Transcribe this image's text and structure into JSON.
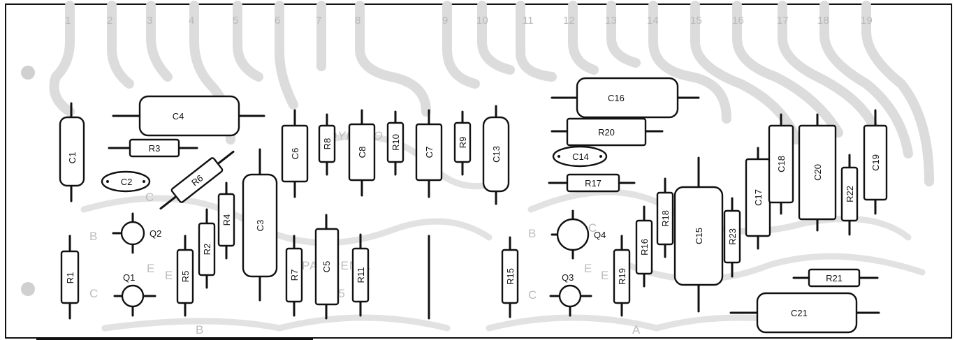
{
  "pins": [
    "1",
    "2",
    "3",
    "4",
    "5",
    "6",
    "7",
    "8",
    "9",
    "10",
    "11",
    "12",
    "13",
    "14",
    "15",
    "16",
    "17",
    "18",
    "19"
  ],
  "board_text": {
    "brand": "DYNACO",
    "patent": "PAT. PEND.",
    "date": "9 6 5",
    "bottom_mark_left": "B",
    "bottom_mark_right": "A"
  },
  "transistor_pins": {
    "base": "B",
    "emitter": "E",
    "collector": "C"
  },
  "components": {
    "c1": "C1",
    "c2": "C2",
    "c3": "C3",
    "c4": "C4",
    "c5": "C5",
    "c6": "C6",
    "c7": "C7",
    "c8": "C8",
    "c13": "C13",
    "c14": "C14",
    "c15": "C15",
    "c16": "C16",
    "c17": "C17",
    "c18": "C18",
    "c19": "C19",
    "c20": "C20",
    "c21": "C21",
    "r1": "R1",
    "r2": "R2",
    "r3": "R3",
    "r4": "R4",
    "r5": "R5",
    "r6": "R6",
    "r7": "R7",
    "r8": "R8",
    "r9": "R9",
    "r10": "R10",
    "r11": "R11",
    "r15": "R15",
    "r16": "R16",
    "r17": "R17",
    "r18": "R18",
    "r19": "R19",
    "r20": "R20",
    "r21": "R21",
    "r22": "R22",
    "r23": "R23",
    "q1": "Q1",
    "q2": "Q2",
    "q3": "Q3",
    "q4": "Q4"
  }
}
